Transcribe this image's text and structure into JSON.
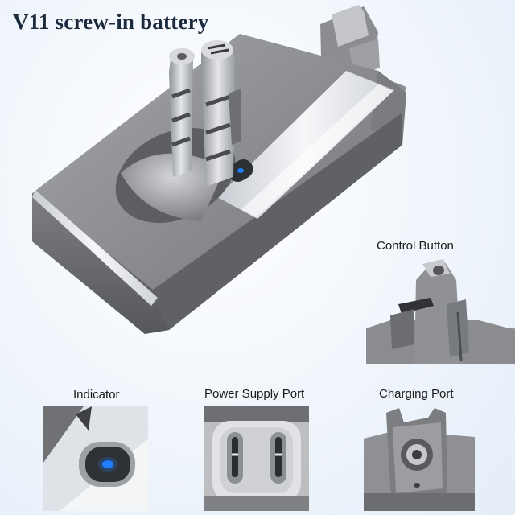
{
  "title": "V11 screw-in battery",
  "labels": {
    "control_button": "Control Button",
    "indicator": "Indicator",
    "power_supply_port": "Power Supply Port",
    "charging_port": "Charging Port"
  },
  "colors": {
    "background": "#e9f1fa",
    "battery_body": "#8d8f93",
    "silver_edge": "#e8eaee",
    "indicator_led": "#1e7cff"
  }
}
